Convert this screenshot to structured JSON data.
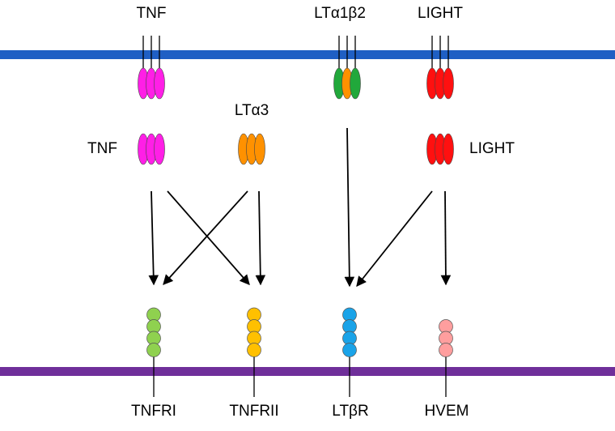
{
  "membranes": {
    "top_color": "#1f5fc4",
    "bottom_color": "#6f2f9a"
  },
  "labels": {
    "tnf_membrane": "TNF",
    "lta1b2": "LTα1β2",
    "light_membrane": "LIGHT",
    "lta3": "LTα3",
    "tnf_soluble": "TNF",
    "light_soluble": "LIGHT",
    "tnfri": "TNFRI",
    "tnfrii": "TNFRII",
    "ltbr": "LTβR",
    "hvem": "HVEM"
  },
  "ligands": [
    {
      "name": "tnf-membrane-trimer",
      "colors": [
        "#ff1fe6",
        "#ff1fe6",
        "#ff1fe6"
      ],
      "anchored": true
    },
    {
      "name": "lta1b2-membrane-trimer",
      "colors": [
        "#21a83b",
        "#ff9100",
        "#21a83b"
      ],
      "anchored": true
    },
    {
      "name": "light-membrane-trimer",
      "colors": [
        "#ff1010",
        "#ff1010",
        "#ff1010"
      ],
      "anchored": true
    },
    {
      "name": "tnf-soluble-trimer",
      "colors": [
        "#ff1fe6",
        "#ff1fe6",
        "#ff1fe6"
      ],
      "anchored": false
    },
    {
      "name": "lta3-soluble-trimer",
      "colors": [
        "#ff9100",
        "#ff9100",
        "#ff9100"
      ],
      "anchored": false
    },
    {
      "name": "light-soluble-trimer",
      "colors": [
        "#ff1010",
        "#ff1010",
        "#ff1010"
      ],
      "anchored": false
    }
  ],
  "receptors": [
    {
      "name": "tnfri-receptor",
      "color": "#8fd14f",
      "domains": 4
    },
    {
      "name": "tnfrii-receptor",
      "color": "#ffc000",
      "domains": 4
    },
    {
      "name": "ltbr-receptor",
      "color": "#1aa3e8",
      "domains": 4
    },
    {
      "name": "hvem-receptor",
      "color": "#ff9e9e",
      "domains": 3
    }
  ],
  "bindings": [
    {
      "from": "TNF",
      "to": "TNFRI"
    },
    {
      "from": "TNF",
      "to": "TNFRII"
    },
    {
      "from": "LTα3",
      "to": "TNFRI"
    },
    {
      "from": "LTα3",
      "to": "TNFRII"
    },
    {
      "from": "LTα1β2",
      "to": "LTβR"
    },
    {
      "from": "LIGHT",
      "to": "LTβR"
    },
    {
      "from": "LIGHT",
      "to": "HVEM"
    }
  ]
}
